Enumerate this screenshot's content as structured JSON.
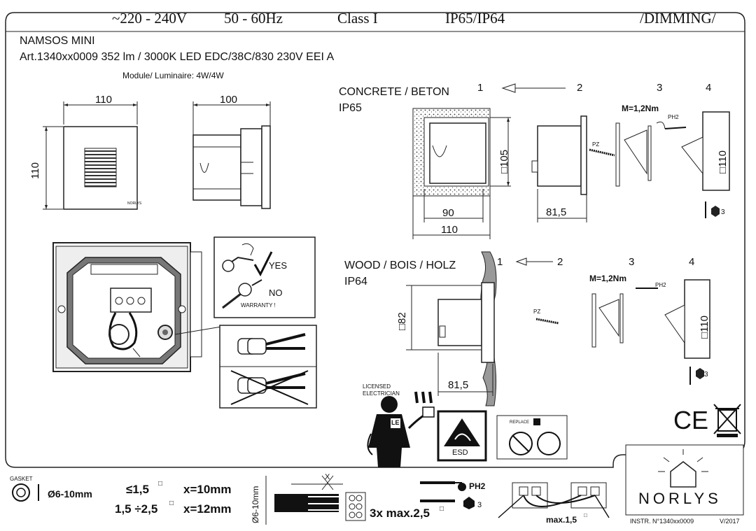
{
  "header": {
    "voltage": "~220 - 240V",
    "frequency": "50 - 60Hz",
    "class": "Class I",
    "ip": "IP65/IP64",
    "dimming": "/DIMMING/"
  },
  "product": {
    "name": "NAMSOS MINI",
    "article": "Art.1340xx0009  352 lm / 3000K LED EDC/38C/830 230V EEI A",
    "power": "Module/ Luminaire: 4W/4W"
  },
  "front_view": {
    "width": "110",
    "height": "110",
    "brand_mark": "NORLYS"
  },
  "side_view": {
    "depth": "100"
  },
  "concrete": {
    "title": "CONCRETE / BETON",
    "ip": "IP65",
    "steps": [
      "1",
      "2",
      "3",
      "4"
    ],
    "torque": "M=1,2Nm",
    "screwdriver": "PH2",
    "screw_type": "PZ",
    "dim_box_height": "□105",
    "dim_inner": "90",
    "dim_outer": "110",
    "dim_depth": "81,5",
    "dim_cover": "□110",
    "hex": "3"
  },
  "wood": {
    "title": "WOOD / BOIS / HOLZ",
    "ip": "IP64",
    "steps": [
      "1",
      "2",
      "3",
      "4"
    ],
    "torque": "M=1,2Nm",
    "screwdriver": "PH2",
    "screw_type": "PZ",
    "dim_box_height": "□82",
    "dim_depth": "81,5",
    "dim_cover": "□110",
    "hex": "3"
  },
  "warranty": {
    "yes": "YES",
    "no": "NO",
    "no_sub": "WARRANTY !"
  },
  "electrician": {
    "label_1": "LICENSED",
    "label_2": "ELECTRICIAN",
    "badge": "LE",
    "marks": "!!!"
  },
  "esd": {
    "label": "ESD"
  },
  "replace": {
    "label": "REPLACE"
  },
  "certs": {
    "ce": "CE"
  },
  "brand": {
    "name": "NORLYS"
  },
  "footer": {
    "gasket": "GASKET",
    "cable_diameter": "Ø6-10mm",
    "strip_small_a": "≤1,5",
    "strip_small_b": "x=10mm",
    "strip_large_a": "1,5 ÷2,5",
    "strip_large_b": "x=12mm",
    "sup": "□",
    "cable_label": "Ø6-10mm",
    "x_label": "X",
    "terminal": "3x max.2,5",
    "ph2": "PH2",
    "hex": "3",
    "loop": "max.1,5",
    "instr": "INSTR. N°1340xx0009",
    "version": "V/2017"
  }
}
